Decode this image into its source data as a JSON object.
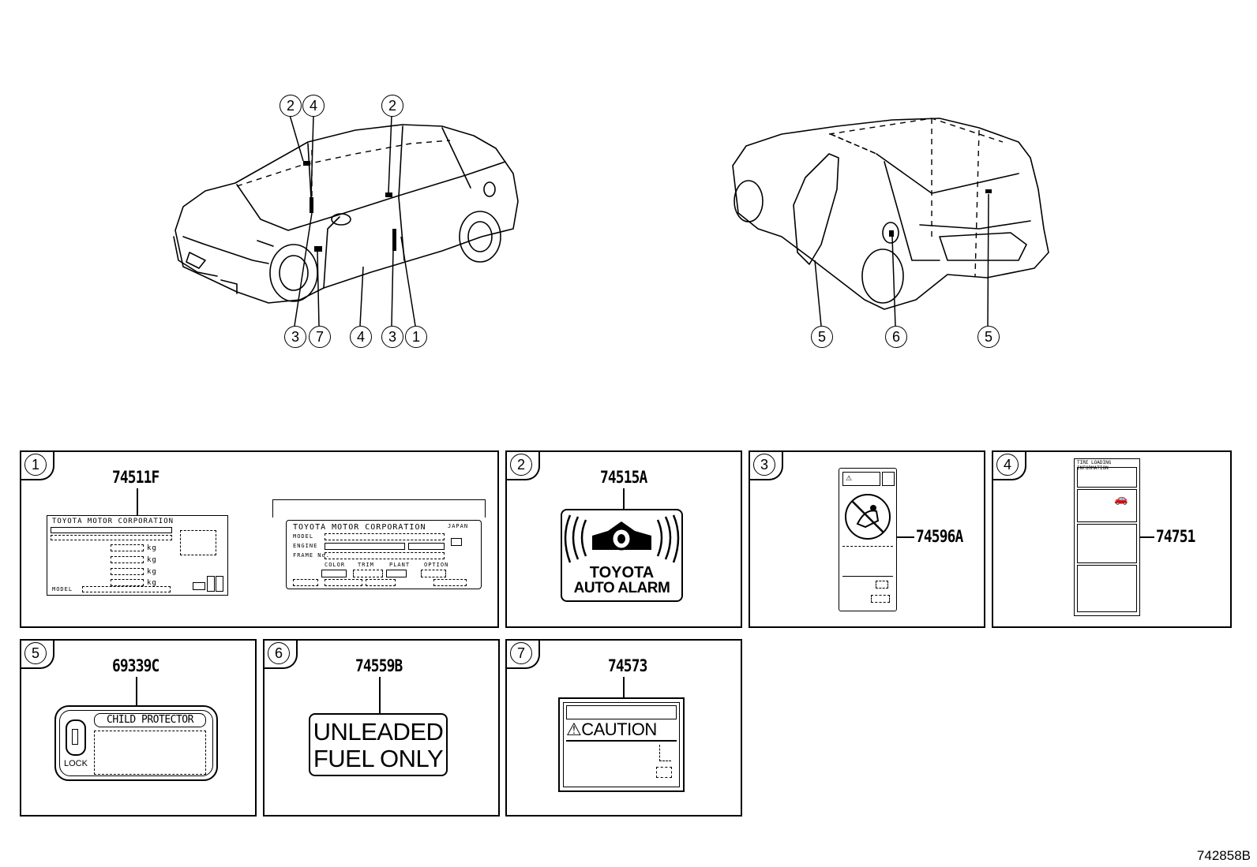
{
  "callouts": {
    "front_top": [
      "2",
      "4",
      "2"
    ],
    "front_bottom": [
      "3",
      "7",
      "4",
      "3",
      "1"
    ],
    "rear_bottom": [
      "5",
      "6",
      "5"
    ]
  },
  "panels": [
    {
      "num": "1",
      "part": "74511F",
      "label_a": {
        "header": "TOYOTA MOTOR CORPORATION",
        "units": [
          "kg",
          "kg",
          "kg",
          "kg"
        ],
        "footer": "MODEL"
      },
      "label_b": {
        "header": "TOYOTA MOTOR CORPORATION",
        "country": "JAPAN",
        "rows": [
          "MODEL",
          "ENGINE",
          "FRAME No."
        ],
        "cols": [
          "COLOR",
          "TRIM",
          "PLANT",
          "OPTION"
        ]
      }
    },
    {
      "num": "2",
      "part": "74515A",
      "line1": "TOYOTA",
      "line2": "AUTO ALARM"
    },
    {
      "num": "3",
      "part": "74596A"
    },
    {
      "num": "4",
      "part": "74751",
      "header": "TIRE LOADING INFORMATION"
    },
    {
      "num": "5",
      "part": "69339C",
      "title": "CHILD PROTECTOR",
      "lock": "LOCK"
    },
    {
      "num": "6",
      "part": "74559B",
      "line1": "UNLEADED",
      "line2": "FUEL ONLY"
    },
    {
      "num": "7",
      "part": "74573",
      "caution": "⚠CAUTION"
    }
  ],
  "footer_code": "742858B"
}
